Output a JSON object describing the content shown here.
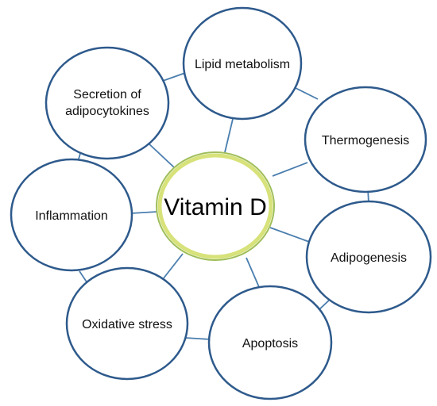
{
  "colors": {
    "node_stroke": "#2E5A8C",
    "connector": "#4A7EAE",
    "center_outer": "#D7E27A",
    "center_inner": "#9FBE5A",
    "node_fill": "#FFFFFF"
  },
  "center": {
    "label": "Vitamin D"
  },
  "nodes": [
    {
      "id": "lipid-metabolism",
      "lines": [
        "Lipid metabolism"
      ]
    },
    {
      "id": "thermogenesis",
      "lines": [
        "Thermogenesis"
      ]
    },
    {
      "id": "adipogenesis",
      "lines": [
        "Adipogenesis"
      ]
    },
    {
      "id": "apoptosis",
      "lines": [
        "Apoptosis"
      ]
    },
    {
      "id": "oxidative-stress",
      "lines": [
        "Oxidative stress"
      ]
    },
    {
      "id": "inflammation",
      "lines": [
        "Inflammation"
      ]
    },
    {
      "id": "secretion-of-adipocytokines",
      "lines": [
        "Secretion of",
        "adipocytokines"
      ]
    }
  ]
}
